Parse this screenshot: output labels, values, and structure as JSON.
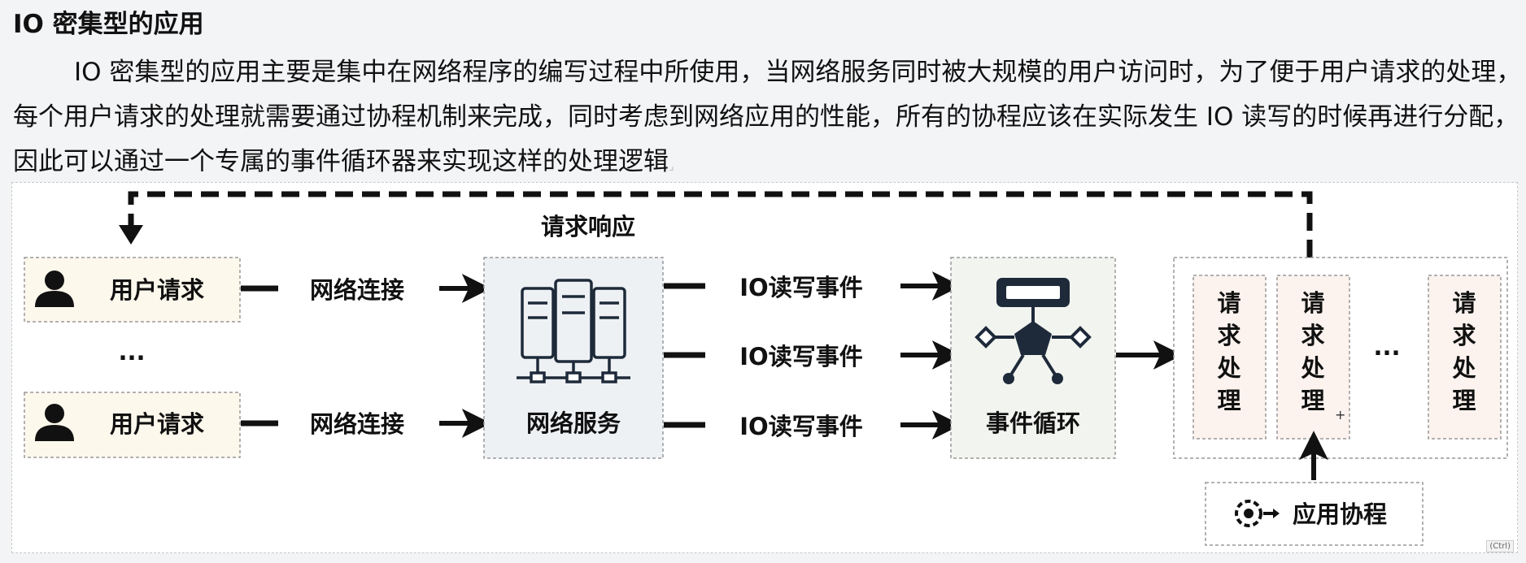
{
  "heading": "IO 密集型的应用",
  "paragraph": "IO 密集型的应用主要是集中在网络程序的编写过程中所使用，当网络服务同时被大规模的用户访问时，为了便于用户请求的处理，每个用户请求的处理就需要通过协程机制来完成，同时考虑到网络应用的性能，所有的协程应该在实际发生 IO 读写的时候再进行分配，因此可以通过一个专属的事件循环器来实现这样的处理逻辑",
  "diagram": {
    "title": "请求响应",
    "user_request_top": "用户请求",
    "user_request_bottom": "用户请求",
    "ellipsis_left": "...",
    "net_connect_top": "网络连接",
    "net_connect_bottom": "网络连接",
    "network_service": "网络服务",
    "io_event_1": "IO读写事件",
    "io_event_2": "IO读写事件",
    "io_event_3": "IO读写事件",
    "event_loop": "事件循环",
    "request_handle_1": [
      "请",
      "求",
      "处",
      "理"
    ],
    "request_handle_2": [
      "请",
      "求",
      "处",
      "理"
    ],
    "request_handle_3": [
      "请",
      "求",
      "处",
      "理"
    ],
    "ellipsis_right": "...",
    "app_coroutine": "应用协程",
    "ctrl_badge": "(Ctrl)",
    "colors": {
      "user_box_fill": "#fdf8ec",
      "service_box_fill": "#eef1f4",
      "loop_box_fill": "#f2f4ef",
      "handle_box_fill": "#fcf2ee",
      "line": "#111111",
      "icon": "#1e2a3a"
    }
  }
}
